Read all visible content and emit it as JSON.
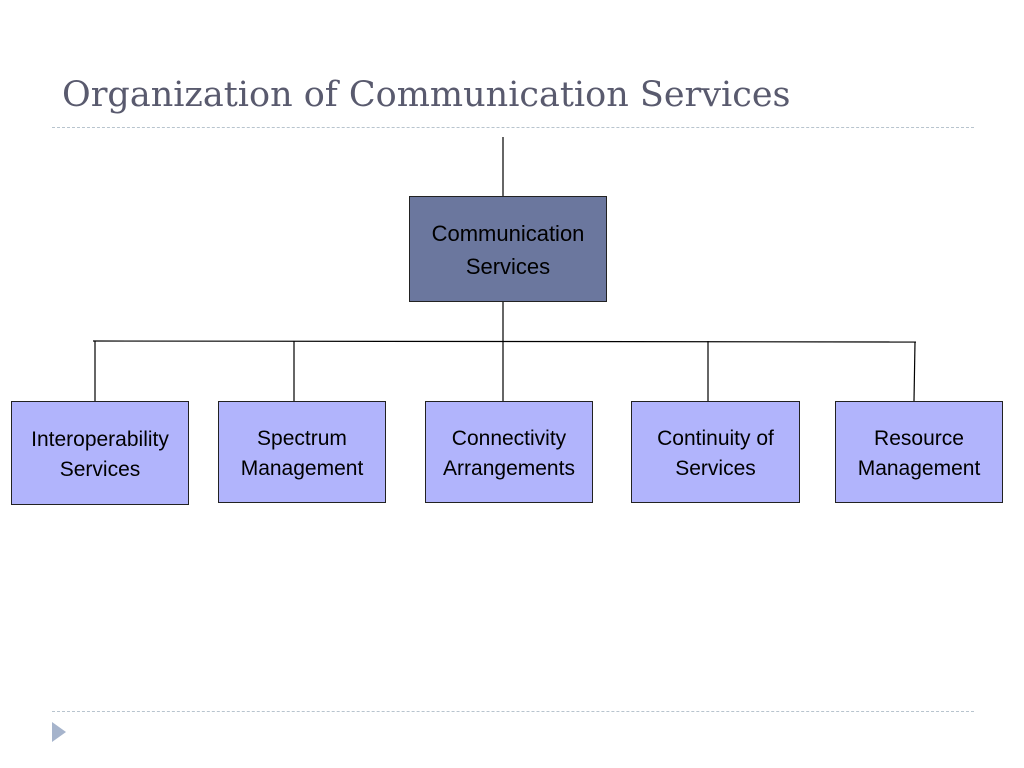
{
  "slide": {
    "title": "Organization of Communication Services"
  },
  "org_chart": {
    "root": {
      "label": "Communication\nServices"
    },
    "children": [
      {
        "label": "Interoperability\nServices"
      },
      {
        "label": "Spectrum\nManagement"
      },
      {
        "label": "Connectivity\nArrangements"
      },
      {
        "label": "Continuity of\nServices"
      },
      {
        "label": "Resource\nManagement"
      }
    ]
  },
  "icons": {
    "slide_marker": "play-triangle-icon"
  },
  "colors": {
    "title": "#595a6e",
    "root_fill": "#6b779e",
    "child_fill": "#b1b4fc",
    "divider": "#b8c4ce",
    "marker": "#a6b4cc",
    "connector": "#000000"
  }
}
